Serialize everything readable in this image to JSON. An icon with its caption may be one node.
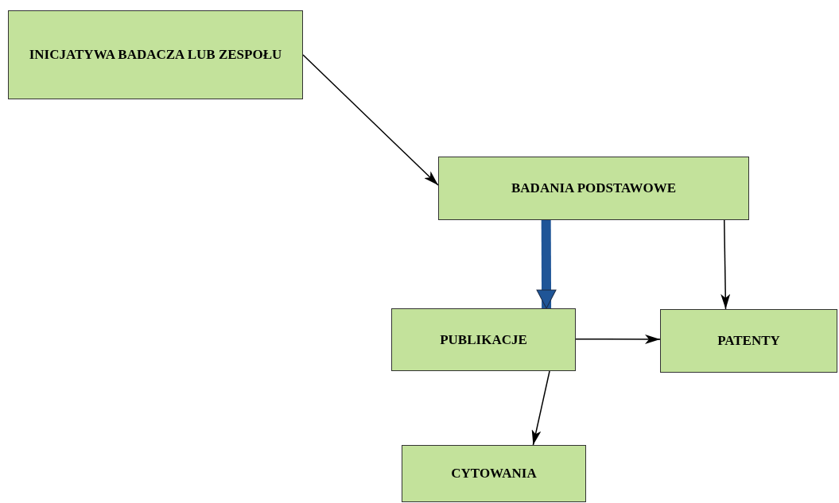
{
  "diagram": {
    "nodes": [
      {
        "text": [
          "INICJATYWA BADACZA LUB ZESPOŁU"
        ]
      },
      {
        "text": [
          "BADANIA PODSTAWOWE"
        ]
      },
      {
        "text": [
          "PUBLIKACJE"
        ]
      },
      {
        "text": [
          "PATENTY"
        ]
      },
      {
        "text": [
          "CYTOWANIA"
        ]
      }
    ],
    "edges": [
      {
        "from": 0,
        "to": 1,
        "arrow": "to"
      },
      {
        "from": 1,
        "to": 2,
        "arrow": "to",
        "style": "thick",
        "color": "#1f5597"
      },
      {
        "from": 1,
        "to": 3,
        "arrow": "to"
      },
      {
        "from": 2,
        "to": 3,
        "arrow": "to"
      },
      {
        "from": 2,
        "to": 4,
        "arrow": "to"
      }
    ]
  }
}
